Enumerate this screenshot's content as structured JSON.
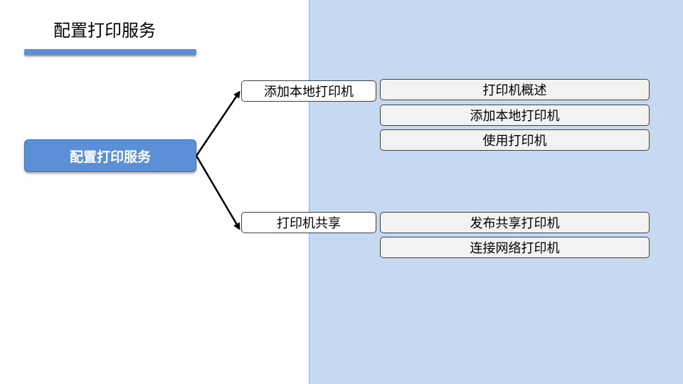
{
  "slide": {
    "title": "配置打印服务"
  },
  "diagram": {
    "root": {
      "label": "配置打印服务"
    },
    "branches": [
      {
        "label": "添加本地打印机",
        "items": [
          "打印机概述",
          "添加本地打印机",
          "使用打印机"
        ]
      },
      {
        "label": "打印机共享",
        "items": [
          "发布共享打印机",
          "连接网络打印机"
        ]
      }
    ]
  },
  "colors": {
    "accent": "#5b8fd6",
    "panel": "#c6d9f1",
    "leaf_fill": "#f2f2f2"
  }
}
